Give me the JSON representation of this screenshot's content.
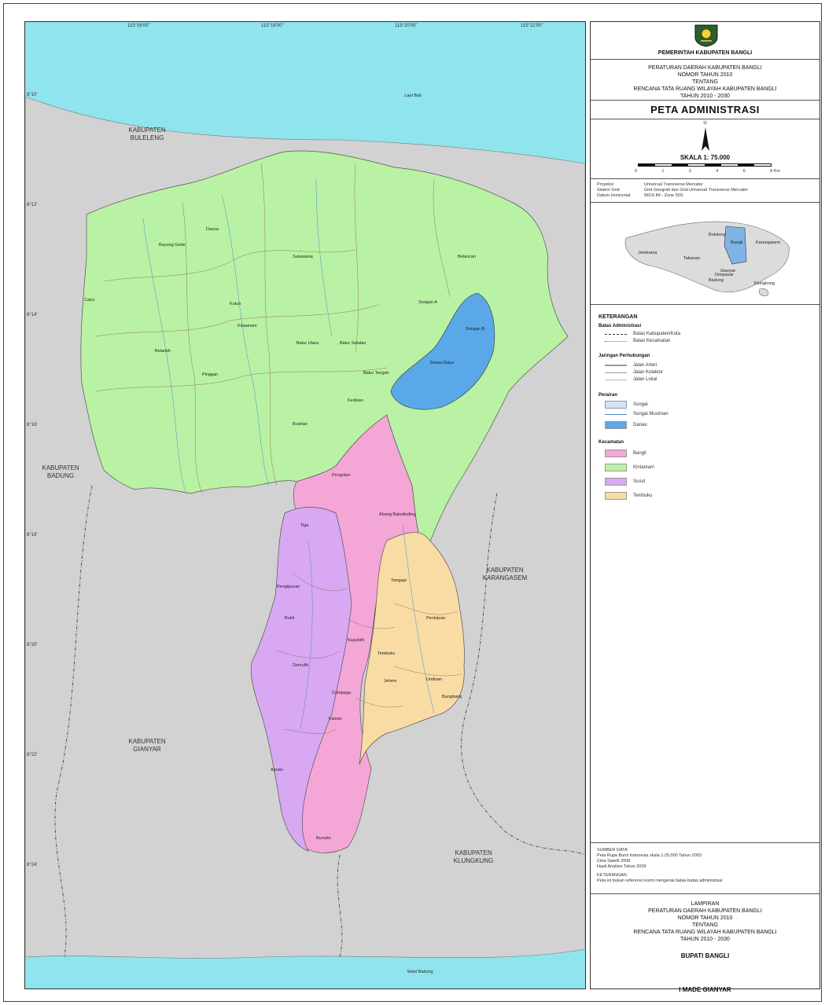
{
  "title_block": {
    "government": "PEMERINTAH KABUPATEN BANGLI",
    "regulation_lines": [
      "PERATURAN DAERAH KABUPATEN BANGLI",
      "NOMOR    TAHUN 2010",
      "TENTANG",
      "RENCANA TATA RUANG WILAYAH KABUPATEN BANGLI",
      "TAHUN 2010 - 2030"
    ],
    "map_title": "PETA ADMINISTRASI"
  },
  "scale": {
    "north_letter": "U",
    "label": "SKALA 1: 75.000",
    "ticks": [
      "0",
      "1",
      "2",
      "4",
      "6",
      "8 Km"
    ]
  },
  "projection": [
    {
      "key": "Proyeksi",
      "value": "Universal Transverse Mercator"
    },
    {
      "key": "Sistem Grid",
      "value": "Grid Geografi dan Grid Universal Transverse Mercator"
    },
    {
      "key": "Datum Horizontal",
      "value": "WGS 84 - Zone 50S"
    }
  ],
  "inset": {
    "labels": [
      "Buleleng",
      "Jembrana",
      "Tabanan",
      "Badung",
      "Gianyar",
      "Bangli",
      "Karangasem",
      "Klungkung",
      "Denpasar"
    ]
  },
  "legend": {
    "title": "KETERANGAN",
    "admin_header": "Batas Administrasi",
    "admin_items": [
      "Batas Kabupaten/Kota",
      "Batas Kecamatan"
    ],
    "transport_header": "Jaringan Perhubungan",
    "transport_items": [
      "Jalan Arteri",
      "Jalan Kolektor",
      "Jalan Lokal"
    ],
    "water_header": "Perairan",
    "water_items": [
      "Sungai",
      "Sungai Musiman",
      "Danau"
    ],
    "district_header": "Kecamatan",
    "districts": [
      {
        "name": "Bangli",
        "color": "#f4a6d6"
      },
      {
        "name": "Kintamani",
        "color": "#b9f2a4"
      },
      {
        "name": "Susut",
        "color": "#d8a8f2"
      },
      {
        "name": "Tembuku",
        "color": "#f8dca4"
      }
    ]
  },
  "sources": {
    "header": "SUMBER DATA",
    "items": [
      "Peta Rupa Bumi Indonesia skala 1:25.000 Tahun 2003",
      "Citra Satelit 2008",
      "Hasil Analisis Tahun 2009"
    ],
    "notes_header": "KETERANGAN",
    "notes": [
      "Peta ini bukan referensi resmi mengenai batas-batas administrasi"
    ]
  },
  "appendix": {
    "lines": [
      "LAMPIRAN",
      "PERATURAN DAERAH KABUPATEN BANGLI",
      "NOMOR    TAHUN 2010",
      "TENTANG",
      "RENCANA TATA RUANG WILAYAH KABUPATEN BANGLI",
      "TAHUN 2010 - 2030"
    ],
    "official_title": "BUPATI BANGLI",
    "official_name": "I MADE GIANYAR"
  },
  "map": {
    "colors": {
      "sea": "#8fe4ee",
      "land": "#d2d2d2",
      "lake": "#5aa8e8"
    },
    "seas": [
      "Laut Bali",
      "Selat Badung"
    ],
    "regencies": [
      "KABUPATEN",
      "BULELENG",
      "BADUNG",
      "GIANYAR",
      "KARANGASEM",
      "KLUNGKUNG"
    ],
    "lake_name": "Danau Batur",
    "villages": [
      "Bayung Gede",
      "Sukawana",
      "Songan A",
      "Songan B",
      "Batur Tengah",
      "Batur Selatan",
      "Batur Utara",
      "Kedisan",
      "Buahan",
      "Abang Batudinding",
      "Pengotan",
      "Tiga",
      "Kayubihi",
      "Kawan",
      "Cempaga",
      "Bunutin",
      "Apuan",
      "Yangapi",
      "Peninjoan",
      "Tembuku",
      "Jehem",
      "Undisan",
      "Bangbang",
      "Demulih",
      "Penglipuran",
      "Bukit",
      "Catur",
      "Belantih",
      "Kintamani",
      "Pinggan",
      "Dausa",
      "Kutuh",
      "Belancan"
    ]
  },
  "coords": {
    "top": [
      "115°16'00\"",
      "115°18'00\"",
      "115°20'00\"",
      "115°22'00\""
    ],
    "left": [
      "8°10'",
      "8°12'",
      "8°14'",
      "8°16'",
      "8°18'",
      "8°20'",
      "8°22'",
      "8°24'"
    ]
  }
}
